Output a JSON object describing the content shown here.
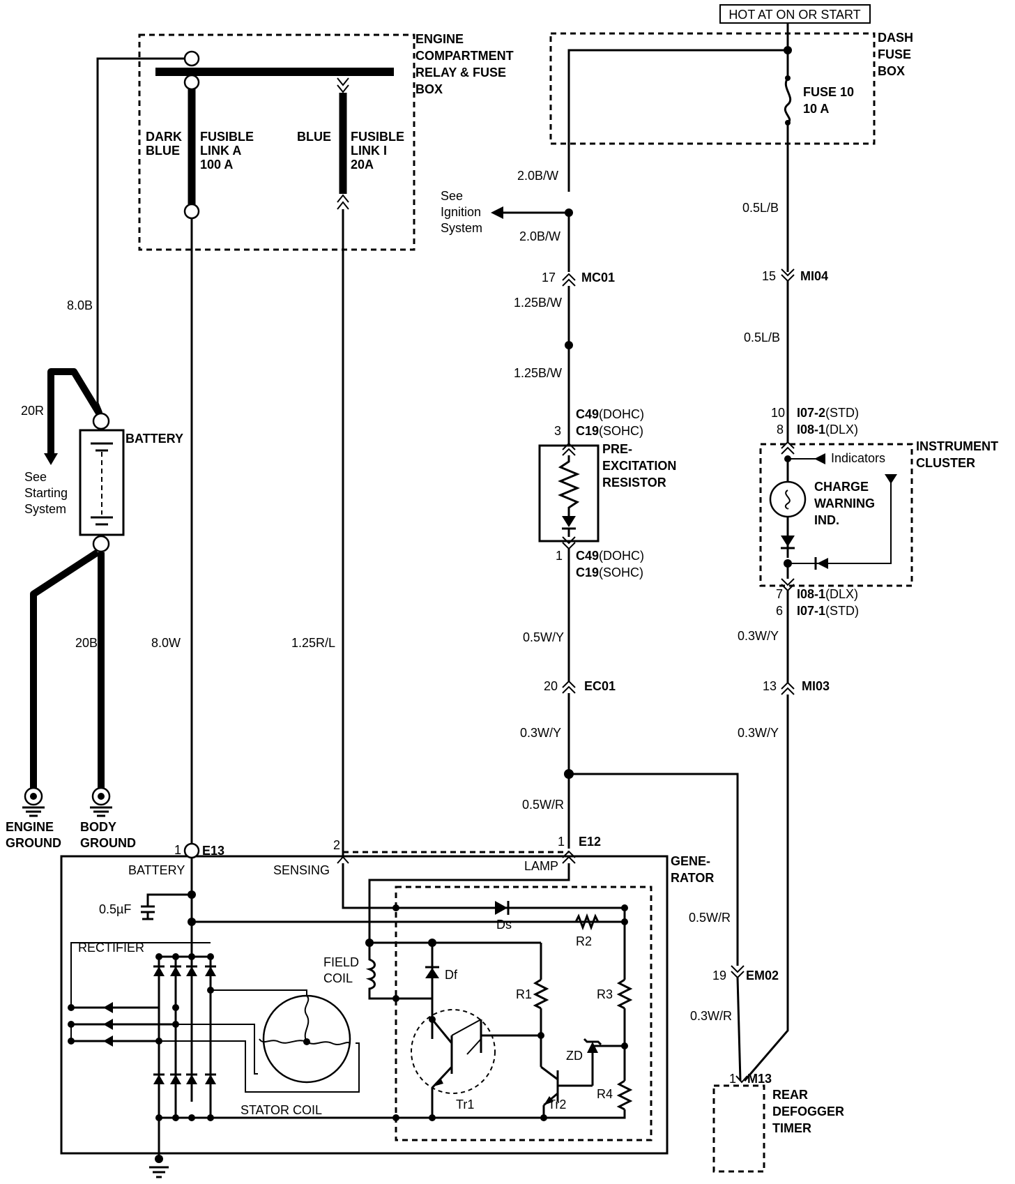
{
  "top_label": "HOT AT ON OR START",
  "boxes": {
    "engine_relay": [
      "ENGINE",
      "COMPARTMENT",
      "RELAY & FUSE",
      "BOX"
    ],
    "dash_fuse": [
      "DASH",
      "FUSE",
      "BOX"
    ],
    "instrument_cluster": [
      "INSTRUMENT",
      "CLUSTER"
    ],
    "generator": [
      "GENE-",
      "RATOR"
    ],
    "rear_defogger": [
      "REAR",
      "DEFOGGER",
      "TIMER"
    ]
  },
  "fuses": {
    "dark_blue": [
      "DARK",
      "BLUE"
    ],
    "link_a": [
      "FUSIBLE",
      "LINK A",
      "100 A"
    ],
    "blue": "BLUE",
    "link_i": [
      "FUSIBLE",
      "LINK I",
      "20A"
    ],
    "fuse10": [
      "FUSE 10",
      "10 A"
    ]
  },
  "wires": {
    "w_8_0B": "8.0B",
    "w_20R": "20R",
    "w_20B": "20B",
    "w_8_0W": "8.0W",
    "w_1_25RL": "1.25R/L",
    "w_2_0BW_a": "2.0B/W",
    "w_2_0BW_b": "2.0B/W",
    "w_1_25BW_a": "1.25B/W",
    "w_1_25BW_b": "1.25B/W",
    "w_0_5WY": "0.5W/Y",
    "w_0_3WY_a": "0.3W/Y",
    "w_0_5WR_a": "0.5W/R",
    "w_0_5LB_a": "0.5L/B",
    "w_0_5LB_b": "0.5L/B",
    "w_0_3WY_b": "0.3W/Y",
    "w_0_3WY_c": "0.3W/Y",
    "w_0_5WR_b": "0.5W/R",
    "w_0_3WR": "0.3W/R"
  },
  "refs": {
    "ignition": [
      "See",
      "Ignition",
      "System"
    ],
    "starting": [
      "See",
      "Starting",
      "System"
    ]
  },
  "connectors": {
    "mc01": {
      "pin": "17",
      "name": "MC01"
    },
    "c49_top": {
      "pin": "3",
      "l1": "C49",
      "l1s": "(DOHC)",
      "l2": "C19",
      "l2s": "(SOHC)"
    },
    "c49_bot": {
      "pin": "1",
      "l1": "C49",
      "l1s": "(DOHC)",
      "l2": "C19",
      "l2s": "(SOHC)"
    },
    "ec01": {
      "pin": "20",
      "name": "EC01"
    },
    "mi04": {
      "pin": "15",
      "name": "MI04"
    },
    "i07_top": {
      "pin1": "10",
      "l1": "I07-2",
      "l1s": "(STD)",
      "pin2": "8",
      "l2": "I08-1",
      "l2s": "(DLX)"
    },
    "i08_bot": {
      "pin1": "7",
      "l1": "I08-1",
      "l1s": "(DLX)",
      "pin2": "6",
      "l2": "I07-1",
      "l2s": "(STD)"
    },
    "mi03": {
      "pin": "13",
      "name": "MI03"
    },
    "em02": {
      "pin": "19",
      "name": "EM02"
    },
    "m13": {
      "pin": "1",
      "name": "M13"
    },
    "e13": {
      "pin": "1",
      "name": "E13"
    },
    "e12": {
      "pin": "1",
      "name": "E12"
    },
    "sensing_pin": "2"
  },
  "components": {
    "battery": "BATTERY",
    "pre_resistor": [
      "PRE-",
      "EXCITATION",
      "RESISTOR"
    ],
    "indicators": "Indicators",
    "charge_warning": [
      "CHARGE",
      "WARNING",
      "IND."
    ],
    "engine_ground": [
      "ENGINE",
      "GROUND"
    ],
    "body_ground": [
      "BODY",
      "GROUND"
    ]
  },
  "generator_parts": {
    "battery_term": "BATTERY",
    "sensing_term": "SENSING",
    "lamp_term": "LAMP",
    "capacitor": "0.5µF",
    "rectifier": "RECTIFIER",
    "field_coil": [
      "FIELD",
      "COIL"
    ],
    "stator_coil": "STATOR COIL",
    "ds": "Ds",
    "df": "Df",
    "r1": "R1",
    "r2": "R2",
    "r3": "R3",
    "r4": "R4",
    "zd": "ZD",
    "tr1": "Tr1",
    "tr2": "Tr2"
  }
}
